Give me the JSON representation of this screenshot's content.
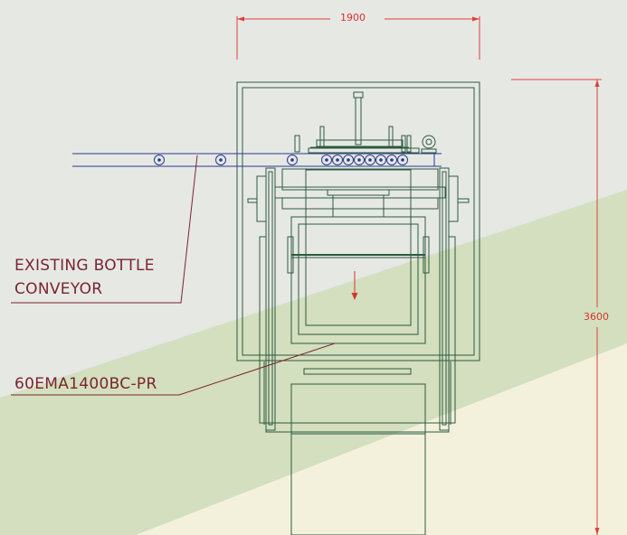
{
  "dimensions": {
    "width_label": "1900",
    "height_label": "3600"
  },
  "labels": {
    "conveyor_line1": "EXISTING BOTTLE",
    "conveyor_line2": "CONVEYOR",
    "machine_model": "60EMA1400BC-PR"
  },
  "colors": {
    "drawing_line": "#2e5a3f",
    "conveyor_line": "#2b3a8f",
    "dimension_line": "#e0403c",
    "label_text": "#7b2430",
    "background": "#e6e8e4",
    "band_green": "#cfdcb8",
    "band_cream": "#f4f2dc"
  }
}
